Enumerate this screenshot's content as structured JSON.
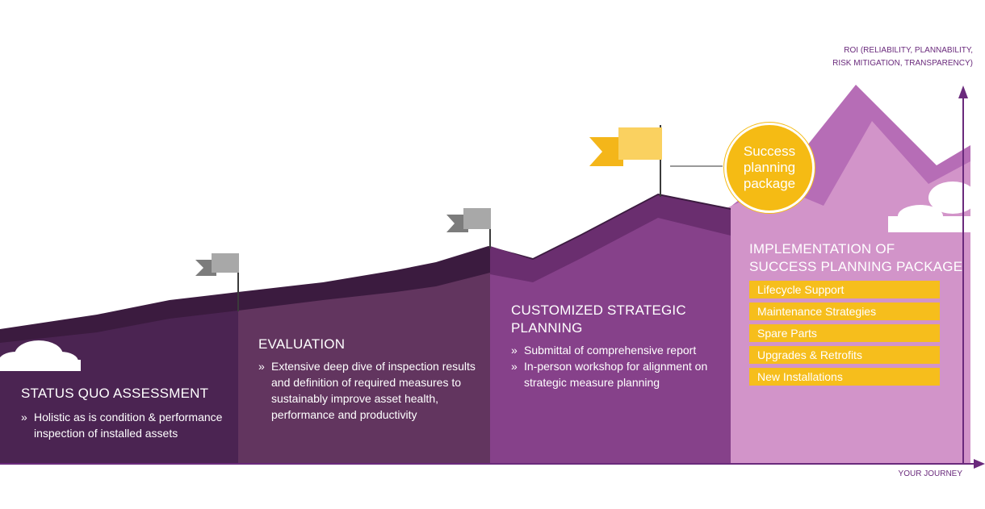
{
  "axis": {
    "y_label_line1": "ROI (RELIABILITY, PLANNABILITY,",
    "y_label_line2": "RISK MITIGATION, TRANSPARENCY)",
    "x_label": "YOUR JOURNEY"
  },
  "badge": {
    "line1": "Success",
    "line2": "planning",
    "line3": "package"
  },
  "stages": [
    {
      "title": "STATUS QUO ASSESSMENT",
      "bullets": [
        {
          "line1": "Holistic as is condition & performance",
          "line2": "inspection of installed assets"
        }
      ]
    },
    {
      "title": "EVALUATION",
      "bullets": [
        {
          "line1": "Extensive deep dive of inspection results",
          "line2": "and definition of required measures to",
          "line3": "sustainably improve asset health,",
          "line4": "performance and productivity"
        }
      ]
    },
    {
      "title_line1": "CUSTOMIZED STRATEGIC",
      "title_line2": "PLANNING",
      "bullets": [
        {
          "line1": "Submittal of comprehensive report"
        },
        {
          "line1": "In-person workshop for alignment on",
          "line2": "strategic measure planning"
        }
      ]
    },
    {
      "title_line1": "IMPLEMENTATION OF",
      "title_line2": "SUCCESS PLANNING PACKAGE",
      "items": [
        "Lifecycle Support",
        "Maintenance Strategies",
        "Spare Parts",
        "Upgrades & Retrofits",
        "New Installations"
      ]
    }
  ],
  "bullet_mark": "»",
  "colors": {
    "stage1": "#4b2452",
    "stage2": "#61345f",
    "stage3": "#87418b",
    "stage4": "#d494c9",
    "mountain_back": "#b56bb4",
    "ridge": "#3a1b3e",
    "flag_grey": "#a6a6a6",
    "flag_yellow": "#f7bd1f",
    "axis": "#6a2a7c"
  }
}
